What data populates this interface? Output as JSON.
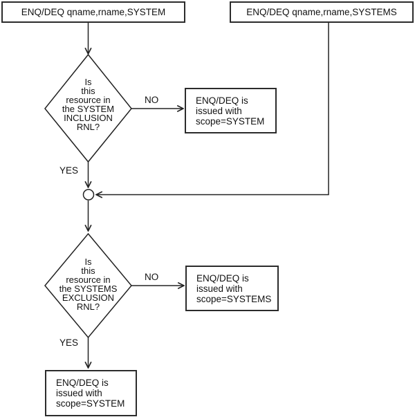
{
  "nodes": {
    "start_left": {
      "label": "ENQ/DEQ qname,rname,SYSTEM"
    },
    "start_right": {
      "label": "ENQ/DEQ qname,rname,SYSTEMS"
    },
    "decision_inclusion": {
      "label": "Is\nthis\nresource in\nthe SYSTEM\nINCLUSION\nRNL?"
    },
    "result_inclusion_no": {
      "label": "ENQ/DEQ is\nissued with\nscope=SYSTEM"
    },
    "decision_exclusion": {
      "label": "Is\nthis\nresource in\nthe SYSTEMS\nEXCLUSION\nRNL?"
    },
    "result_exclusion_no": {
      "label": "ENQ/DEQ is\nissued with\nscope=SYSTEMS"
    },
    "result_exclusion_yes": {
      "label": "ENQ/DEQ is\nissued with\nscope=SYSTEM"
    }
  },
  "edge_labels": {
    "inclusion_no": "NO",
    "inclusion_yes": "YES",
    "exclusion_no": "NO",
    "exclusion_yes": "YES"
  },
  "colors": {
    "line": "#222222",
    "box_border": "#2b2b2b",
    "box_fill": "#ffffff",
    "background": "#ffffff",
    "text": "#111111"
  }
}
